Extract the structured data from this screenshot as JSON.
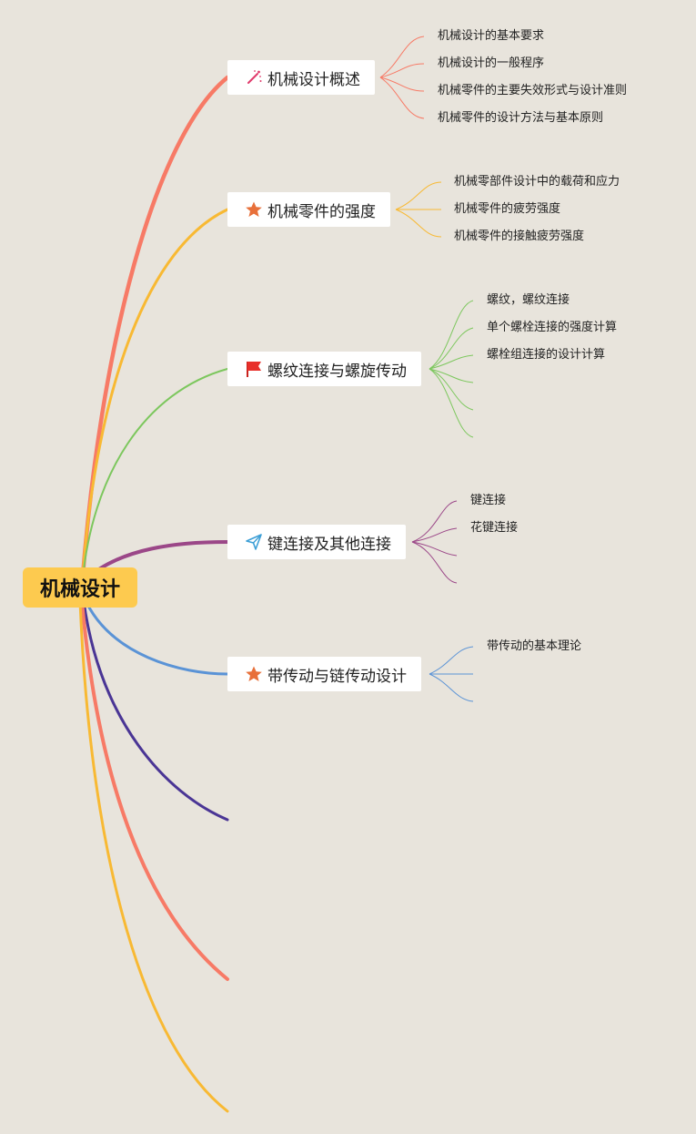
{
  "root": {
    "label": "机械设计"
  },
  "colors": {
    "background": "#e8e4dc",
    "root_fill": "#fdca4f",
    "branch_1": "#f77a66",
    "branch_2": "#f8b933",
    "branch_3": "#7cc75d",
    "branch_4": "#9b4788",
    "branch_5": "#5a93d6",
    "branch_6": "#4a3595"
  },
  "branches": [
    {
      "label": "机械设计概述",
      "icon": "magic-wand-icon",
      "children": [
        "机械设计的基本要求",
        "机械设计的一般程序",
        "机械零件的主要失效形式与设计准则",
        "机械零件的设计方法与基本原则"
      ]
    },
    {
      "label": "机械零件的强度",
      "icon": "star-icon",
      "children": [
        "机械零部件设计中的载荷和应力",
        "机械零件的疲劳强度",
        "机械零件的接触疲劳强度"
      ]
    },
    {
      "label": "螺纹连接与螺旋传动",
      "icon": "red-flag-icon",
      "children": [
        "螺纹，螺纹连接",
        "单个螺栓连接的强度计算",
        "螺栓组连接的设计计算"
      ]
    },
    {
      "label": "键连接及其他连接",
      "icon": "paper-plane-icon",
      "children": [
        "键连接",
        "花键连接"
      ]
    },
    {
      "label": "带传动与链传动设计",
      "icon": "star-icon",
      "children": [
        "带传动的基本理论"
      ]
    }
  ]
}
